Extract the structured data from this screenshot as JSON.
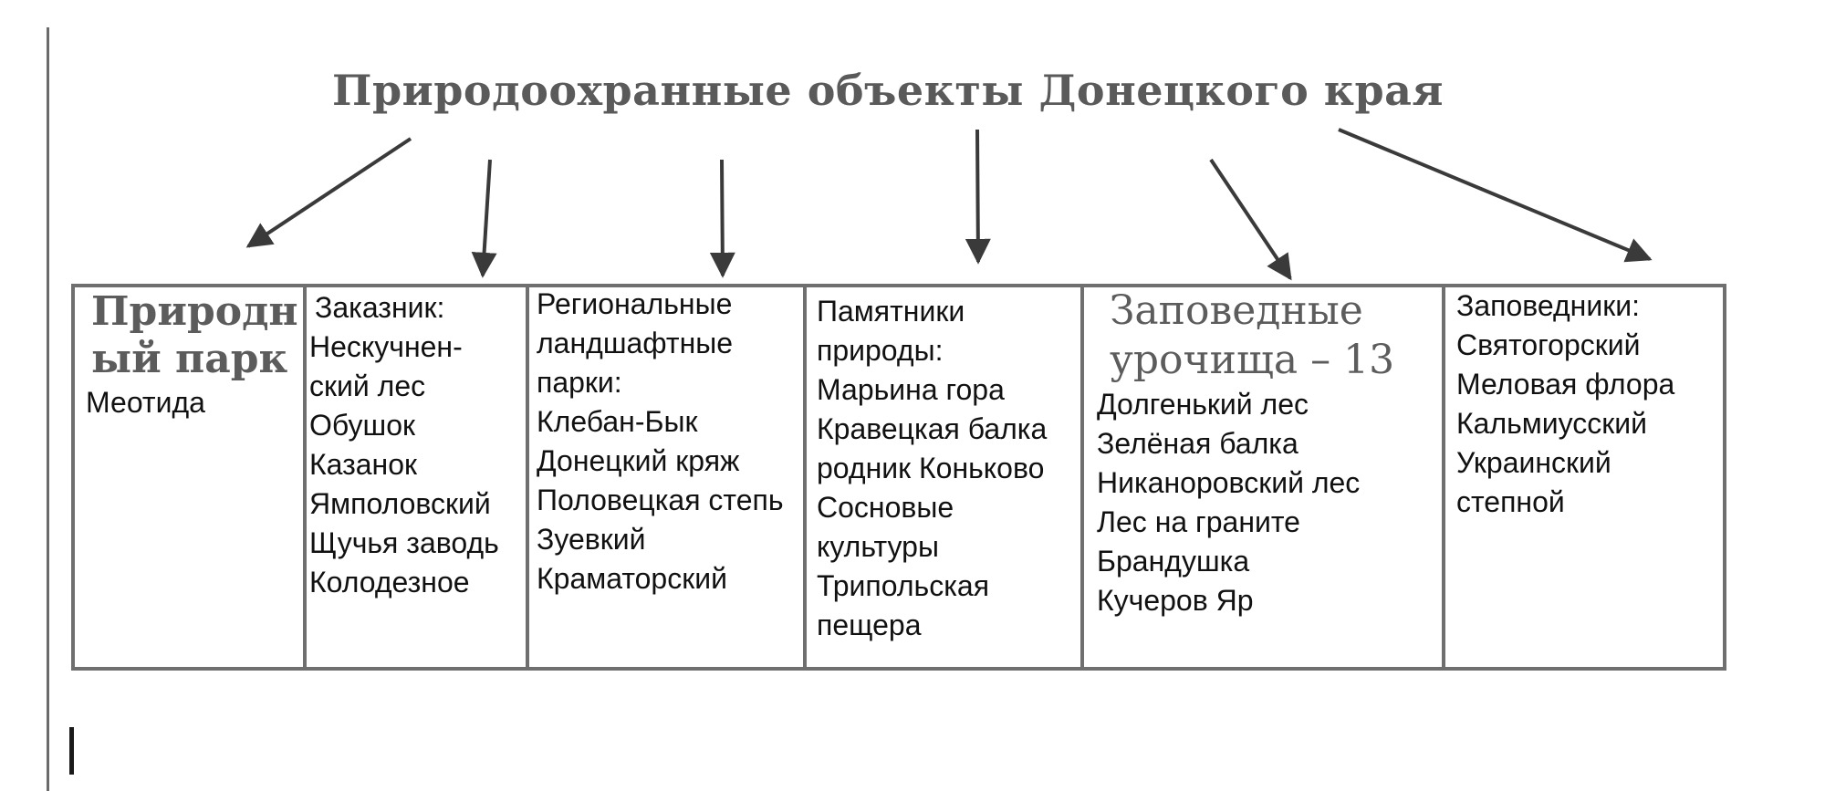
{
  "title": "Природоохранные объекты Донецкого края",
  "columns": [
    {
      "heading_lines": [
        "Природн",
        "ый парк"
      ],
      "items": [
        "Меотида"
      ]
    },
    {
      "heading": "Заказник:",
      "items": [
        "Нескучнен-",
        "ский лес",
        "Обушок",
        "Казанок",
        "Ямполовский",
        "Щучья заводь",
        "Колодезное"
      ]
    },
    {
      "heading_lines": [
        "Региональные",
        "ландшафтные",
        "парки:"
      ],
      "items": [
        "Клебан-Бык",
        "Донецкий кряж",
        "Половецкая степь",
        "Зуевкий",
        "Краматорский"
      ]
    },
    {
      "heading_lines": [
        "Памятники",
        "природы:"
      ],
      "items": [
        "Марьина гора",
        "Кравецкая балка",
        "родник Коньково",
        "Сосновые",
        "культуры",
        "Трипольская",
        "пещера"
      ]
    },
    {
      "heading_lines": [
        "Заповедные",
        "урочища – 13"
      ],
      "items": [
        "Долгенький лес",
        "Зелёная балка",
        "Никаноровский лес",
        "Лес на граните",
        "Брандушка",
        "Кучеров Яр"
      ]
    },
    {
      "heading": "Заповедники:",
      "items": [
        "Святогорский",
        "Меловая флора",
        "Кальмиусский",
        "Украинский",
        "степной"
      ]
    }
  ],
  "colors": {
    "border": "#6f6f6f",
    "arrow": "#3a3a3a",
    "title": "#5a5a5a",
    "text": "#111111"
  }
}
